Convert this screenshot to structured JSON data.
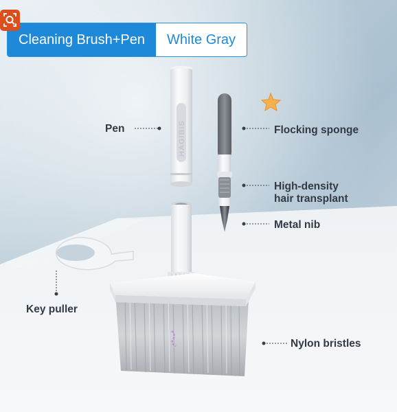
{
  "variants": {
    "selected": "Cleaning Brush+Pen",
    "other": "White Gray"
  },
  "product": {
    "pen_logo": "HAGIBIS",
    "labels": {
      "pen": "Pen",
      "flocking_sponge": "Flocking sponge",
      "hair_transplant_line1": "High-density",
      "hair_transplant_line2": "hair transplant",
      "metal_nib": "Metal nib",
      "key_puller": "Key puller",
      "nylon_bristles": "Nylon bristles"
    }
  },
  "icons": {
    "lens": "visual-search-icon",
    "star": "star-sticker-icon"
  },
  "colors": {
    "accent": "#1e88d9",
    "lens_button": "#dc4f1d",
    "label_text": "#333a44"
  }
}
